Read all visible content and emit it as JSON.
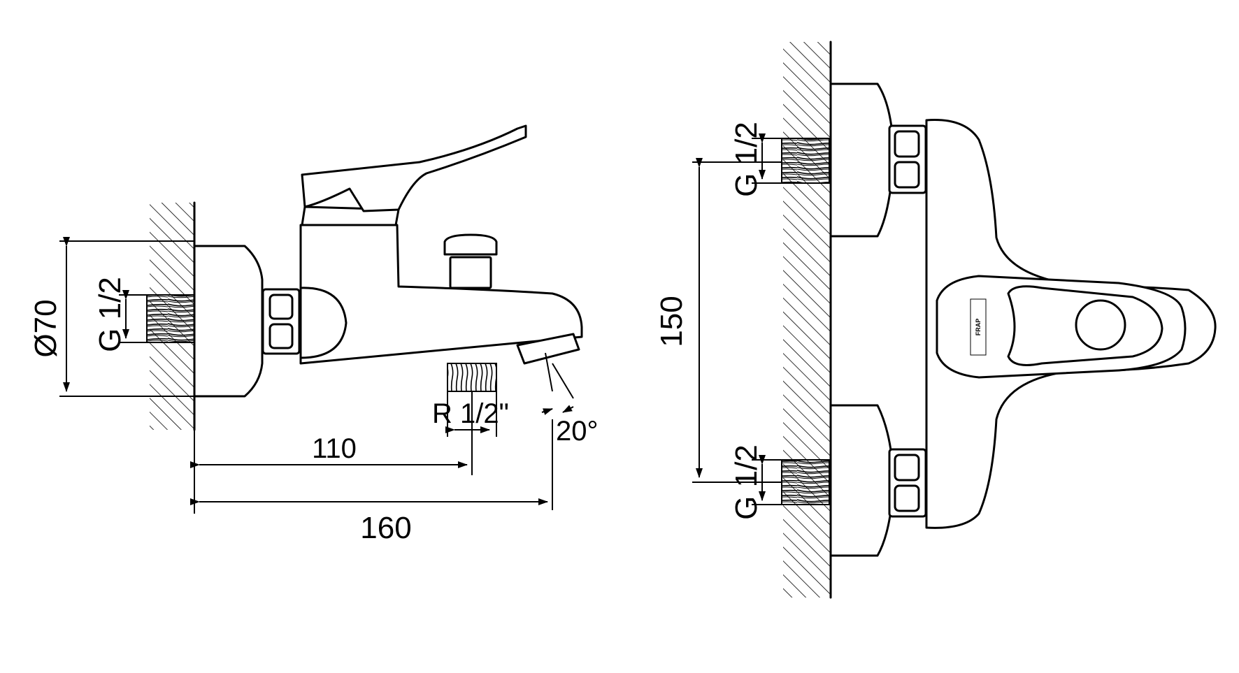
{
  "side_view": {
    "diameter_label": "Ø70",
    "inlet_thread_label": "G 1/2",
    "outlet_thread_label": "R 1/2\"",
    "angle_label": "20°",
    "dim_outlet_label": "110",
    "dim_overall_label": "160"
  },
  "front_view": {
    "top_inlet_label": "G 1/2",
    "bottom_inlet_label": "G 1/2",
    "center_distance_label": "150",
    "brand_logo_text": "FRAP"
  },
  "icons": {
    "arrow": "arrowhead-icon",
    "wall": "wall-hatch-icon"
  },
  "colors": {
    "stroke": "#000000",
    "background": "#ffffff"
  }
}
